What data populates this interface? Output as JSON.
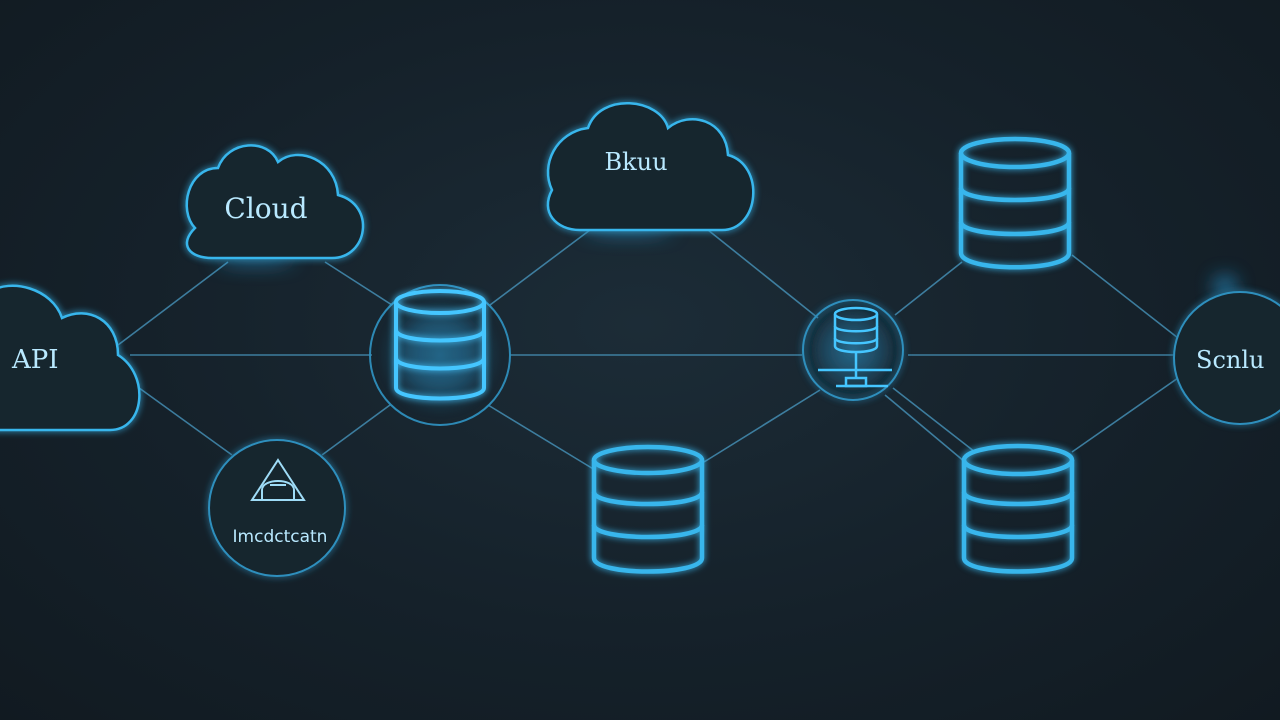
{
  "diagram": {
    "labels": {
      "cloud_api": "API",
      "cloud_main": "Cloud",
      "cloud_top": "Bkuu",
      "gateway": "Imcdctcatn",
      "service": "Scnlu"
    },
    "colors": {
      "background": "#16222b",
      "line": "#4a9bc4",
      "glow": "#2fb8ff",
      "stroke": "#38b6ec",
      "text": "#b9e9ff"
    },
    "icons": {
      "cloud": "cloud-icon",
      "database": "database-icon",
      "gateway": "warning-triangle-icon",
      "network": "network-hub-icon"
    }
  }
}
